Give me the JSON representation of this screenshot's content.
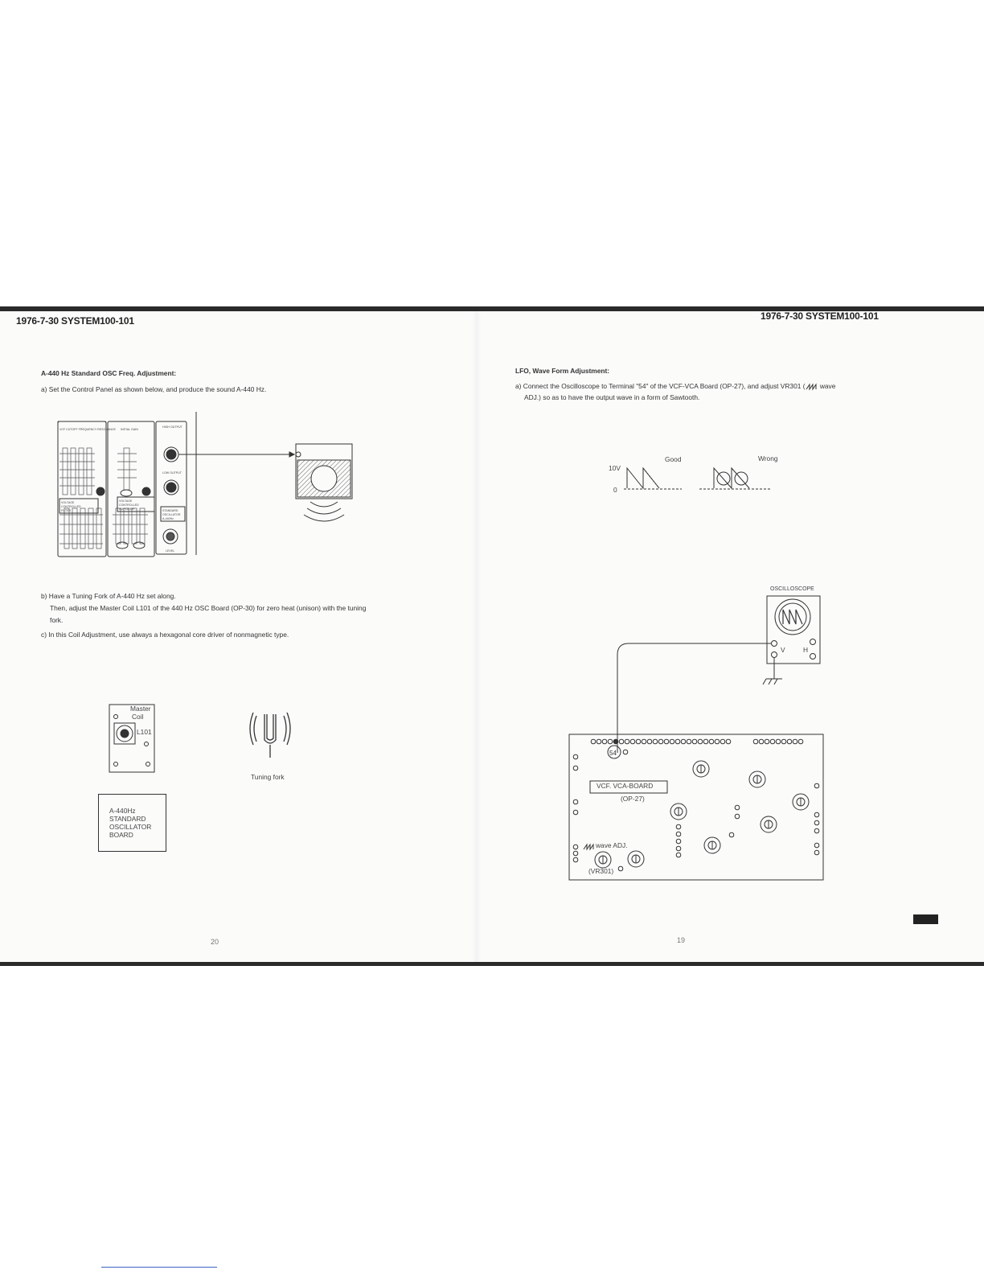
{
  "left_page": {
    "header": "1976-7-30 SYSTEM100-101",
    "section_title": "A-440 Hz Standard OSC Freq. Adjustment:",
    "step_a": "a)  Set the Control Panel as shown below, and produce the sound A-440 Hz.",
    "step_b_1": "b)  Have a Tuning Fork of A-440 Hz set along.",
    "step_b_2": "Then, adjust the Master Coil L101 of the 440 Hz OSC Board (OP-30) for zero heat (unison) with the tuning",
    "step_b_3": "fork.",
    "step_c": "c)  In this Coil Adjustment, use always a hexagonal core driver of nonmagnetic type.",
    "panel": {
      "vcf_label": "VCF CUTOFF FREQUENCY RESONANCE",
      "vcf_block": [
        "VOLTAGE",
        "CONTROLLED",
        "FILTER"
      ],
      "vca_gain": "INITIAL GAIN",
      "vca_block": [
        "VOLTAGE",
        "CONTROLLED",
        "AMPLIFIER"
      ],
      "high_output": "HIGH OUTPUT",
      "low_output": "LOW OUTPUT",
      "osc_block": [
        "STANDARD",
        "OSCILLATOR",
        "A-440Hz"
      ],
      "level": "LEVEL"
    },
    "coil": {
      "master": "Master",
      "coil": "Coil",
      "ref": "L101"
    },
    "tuning_fork_caption": "Tuning fork",
    "board_label_1": "A-440Hz",
    "board_label_2": "STANDARD",
    "board_label_3": "OSCILLATOR",
    "board_label_4": "BOARD",
    "page_number": "20"
  },
  "right_page": {
    "header": "1976-7-30 SYSTEM100-101",
    "section_title": "LFO, Wave Form Adjustment:",
    "step_a_1": "a)  Connect the Oscilloscope to Terminal \"54\" of the VCF-VCA Board (OP-27), and adjust VR301 (",
    "step_a_1_end": " wave",
    "step_a_2": "ADJ.) so as to have the output wave in a form of Sawtooth.",
    "wave_good": "Good",
    "wave_wrong": "Wrong",
    "wave_10v": "10V",
    "wave_0": "0",
    "scope_title": "OSCILLOSCOPE",
    "scope_v": "V",
    "scope_h": "H",
    "terminal": "54",
    "board_name": "VCF. VCA-BOARD",
    "board_code": "(OP-27)",
    "wave_adj": "wave ADJ.",
    "vr": "(VR301)",
    "page_number": "19"
  }
}
